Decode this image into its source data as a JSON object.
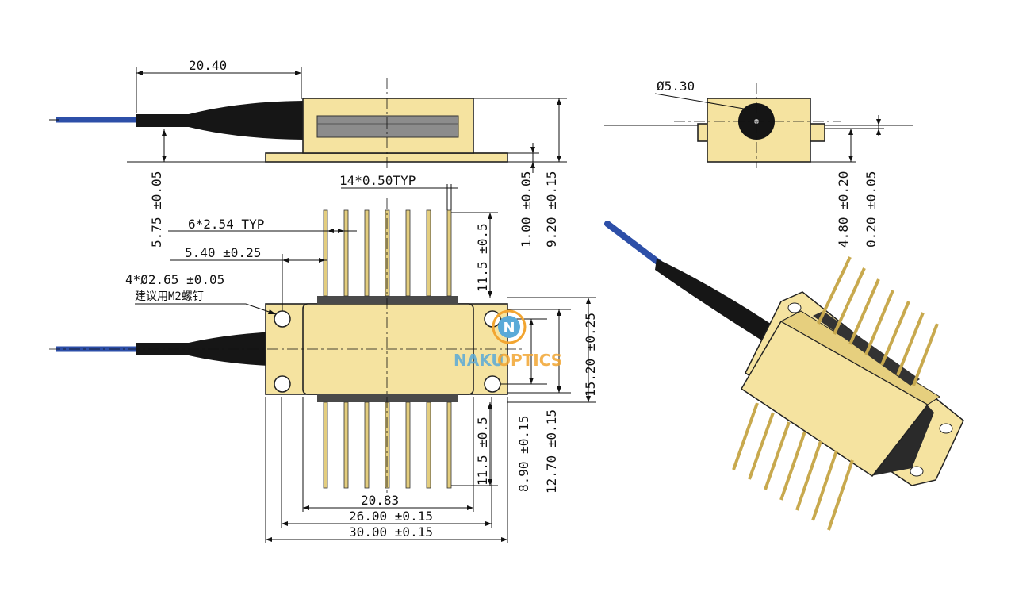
{
  "dimensions": {
    "d_20_40": "20.40",
    "d_5_75": "5.75 ±0.05",
    "d_1_00": "1.00 ±0.05",
    "d_9_20": "9.20 ±0.15",
    "d_14x0_50": "14*0.50TYP",
    "d_6x2_54": "6*2.54 TYP",
    "d_5_40": "5.40 ±0.25",
    "d_4xphi": "4*Ø2.65 ±0.05",
    "d_screw_note": "建议用M2螺钉",
    "d_11_5_top": "11.5 ±0.5",
    "d_11_5_bottom": "11.5 ±0.5",
    "d_8_90": "8.90 ±0.15",
    "d_12_70": "12.70 ±0.15",
    "d_15_20": "15.20 ±0.25",
    "d_20_83": "20.83",
    "d_26_00": "26.00 ±0.15",
    "d_30_00": "30.00 ±0.15",
    "d_phi_5_30": "Ø5.30",
    "d_4_80": "4.80 ±0.20",
    "d_0_20": "0.20 ±0.05"
  },
  "logo": {
    "mark": "N",
    "text_naku": "NAKU",
    "text_optics": "OPTICS",
    "colors": {
      "orange": "#f2a531",
      "blue": "#5aaad8"
    }
  },
  "colors": {
    "gold": "#f5e3a0",
    "fiber": "#2d4fa8",
    "dark": "#111111"
  }
}
